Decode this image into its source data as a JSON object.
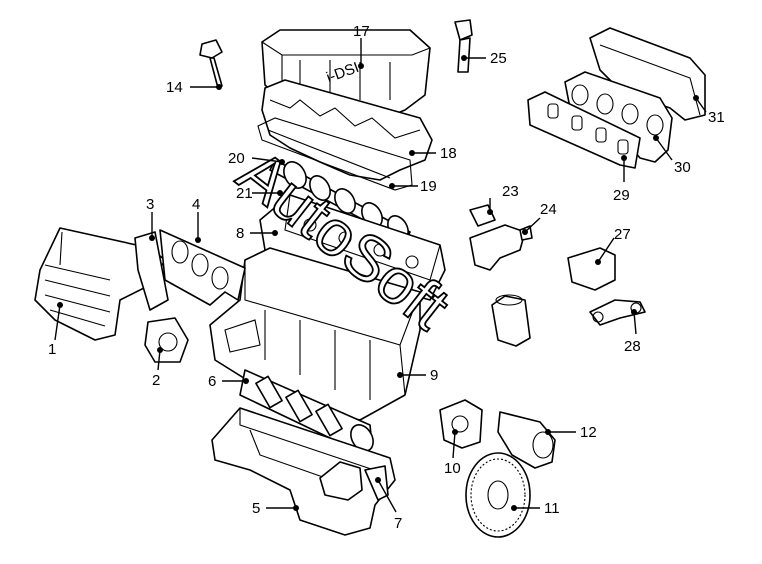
{
  "diagram": {
    "watermark": "AutoSoft",
    "callouts": [
      {
        "id": "c1",
        "label": "1"
      },
      {
        "id": "c2",
        "label": "2"
      },
      {
        "id": "c3",
        "label": "3"
      },
      {
        "id": "c4",
        "label": "4"
      },
      {
        "id": "c5",
        "label": "5"
      },
      {
        "id": "c6",
        "label": "6"
      },
      {
        "id": "c7",
        "label": "7"
      },
      {
        "id": "c8",
        "label": "8"
      },
      {
        "id": "c9",
        "label": "9"
      },
      {
        "id": "c10",
        "label": "10"
      },
      {
        "id": "c11",
        "label": "11"
      },
      {
        "id": "c12",
        "label": "12"
      },
      {
        "id": "c14",
        "label": "14"
      },
      {
        "id": "c17",
        "label": "17"
      },
      {
        "id": "c18",
        "label": "18"
      },
      {
        "id": "c19",
        "label": "19"
      },
      {
        "id": "c20",
        "label": "20"
      },
      {
        "id": "c21",
        "label": "21"
      },
      {
        "id": "c23",
        "label": "23"
      },
      {
        "id": "c24",
        "label": "24"
      },
      {
        "id": "c25",
        "label": "25"
      },
      {
        "id": "c27",
        "label": "27"
      },
      {
        "id": "c28",
        "label": "28"
      },
      {
        "id": "c29",
        "label": "29"
      },
      {
        "id": "c30",
        "label": "30"
      },
      {
        "id": "c31",
        "label": "31"
      }
    ],
    "cover_marking": "i-DSI"
  }
}
